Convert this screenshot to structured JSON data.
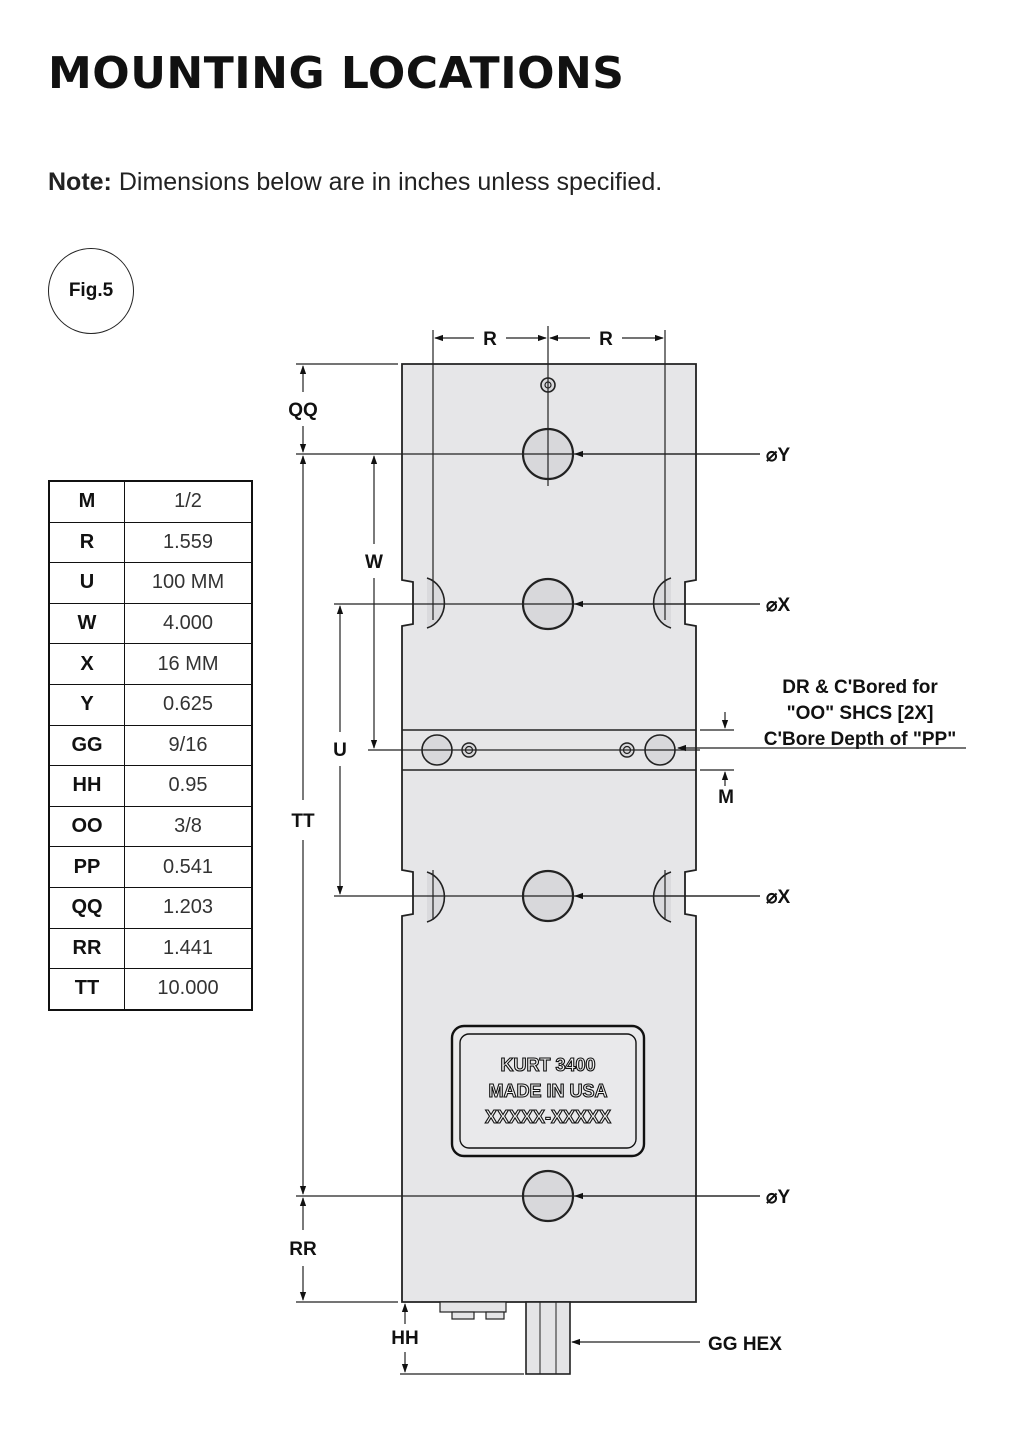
{
  "title": "MOUNTING LOCATIONS",
  "note": {
    "label": "Note:",
    "text": " Dimensions below are in inches unless specified."
  },
  "figure_label": "Fig.5",
  "dimensions": [
    {
      "key": "M",
      "value": "1/2"
    },
    {
      "key": "R",
      "value": "1.559"
    },
    {
      "key": "U",
      "value": "100 MM"
    },
    {
      "key": "W",
      "value": "4.000"
    },
    {
      "key": "X",
      "value": "16 MM"
    },
    {
      "key": "Y",
      "value": "0.625"
    },
    {
      "key": "GG",
      "value": "9/16"
    },
    {
      "key": "HH",
      "value": "0.95"
    },
    {
      "key": "OO",
      "value": "3/8"
    },
    {
      "key": "PP",
      "value": "0.541"
    },
    {
      "key": "QQ",
      "value": "1.203"
    },
    {
      "key": "RR",
      "value": "1.441"
    },
    {
      "key": "TT",
      "value": "10.000"
    }
  ],
  "callouts": {
    "dia_y": "⌀Y",
    "dia_x": "⌀X",
    "counterbore": [
      "DR & C'Bored for",
      "\"OO\" SHCS [2X]",
      "C'Bore Depth of \"PP\""
    ],
    "gg_hex": "GG HEX"
  },
  "labels": {
    "r": "R",
    "qq": "QQ",
    "w": "W",
    "u": "U",
    "tt": "TT",
    "rr": "RR",
    "hh": "HH",
    "m": "M"
  },
  "plate": [
    "KURT 3400",
    "MADE IN USA",
    "XXXXX-XXXXX"
  ]
}
